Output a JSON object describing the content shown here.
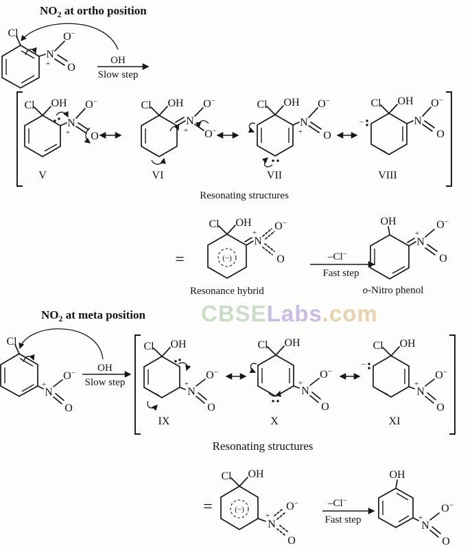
{
  "atoms": {
    "cl": "Cl",
    "oh": "OH",
    "n": "N",
    "o": "O",
    "sup_minus": "−",
    "plus": "+",
    "minus": "–",
    "paren_minus": "(−)",
    "equiv": "="
  },
  "headings": {
    "ortho": {
      "pre": "NO",
      "sub": "2",
      "post": " at ortho position"
    },
    "meta": {
      "pre": "NO",
      "sub": "2",
      "post": " at meta position"
    }
  },
  "arrows": {
    "slow1": {
      "top": "OH",
      "bottom": "Slow step"
    },
    "slow2": {
      "top": "OH",
      "bottom": "Slow step"
    },
    "fast1": {
      "top": "–Cl",
      "sup": "−",
      "bottom": "Fast step"
    },
    "fast2": {
      "top": "–Cl",
      "sup": "−",
      "bottom": "Fast step"
    }
  },
  "structures": {
    "v": "V",
    "vi": "VI",
    "vii": "VII",
    "viii": "VIII",
    "ix": "IX",
    "x": "X",
    "xi": "XI"
  },
  "captions": {
    "resonating1": "Resonating structures",
    "resonating2": "Resonating structures",
    "hybrid": "Resonance hybrid",
    "onitro_prefix": "o",
    "onitro_rest": "-Nitro phenol"
  },
  "watermark": {
    "part1": "CBSE",
    "part2": "Labs",
    "part3": ".com",
    "colors": {
      "part1": "#c8dfc6",
      "part2": "#c9bde7",
      "part3": "#ecd2ab"
    }
  }
}
